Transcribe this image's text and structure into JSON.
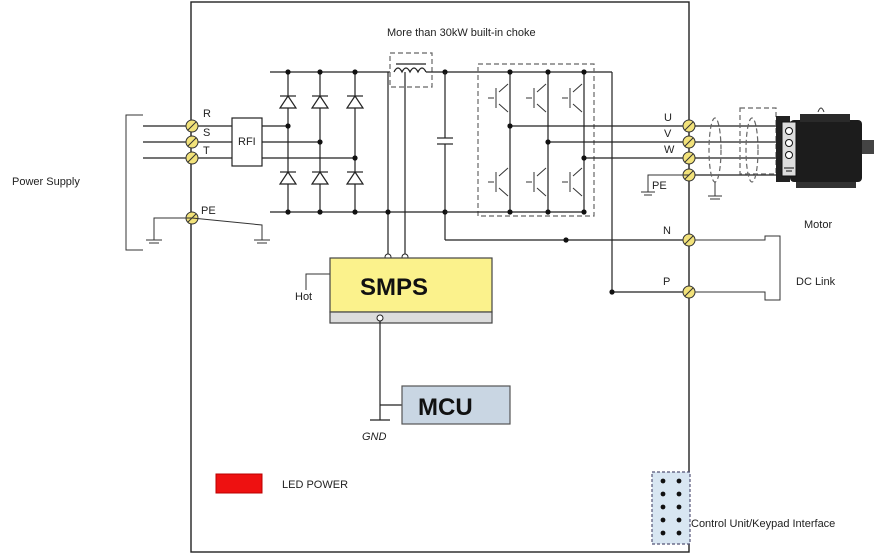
{
  "labels": {
    "choke": "More than 30kW built-in choke",
    "power_supply": "Power Supply",
    "r": "R",
    "s": "S",
    "t": "T",
    "pe_in": "PE",
    "rfi": "RFI",
    "u": "U",
    "v": "V",
    "w": "W",
    "pe_out": "PE",
    "motor": "Motor",
    "n": "N",
    "p": "P",
    "dc_link": "DC Link",
    "hot": "Hot",
    "smps": "SMPS",
    "mcu": "MCU",
    "gnd": "GND",
    "led_power": "LED POWER",
    "control": "Control Unit/Keypad Interface"
  },
  "colors": {
    "smps_fill": "#fbf28c",
    "mcu_fill": "#c9d6e3",
    "led_fill": "#ee1111",
    "terminal_fill": "#f2e27a",
    "keypad_fill": "#d8e6f2"
  }
}
